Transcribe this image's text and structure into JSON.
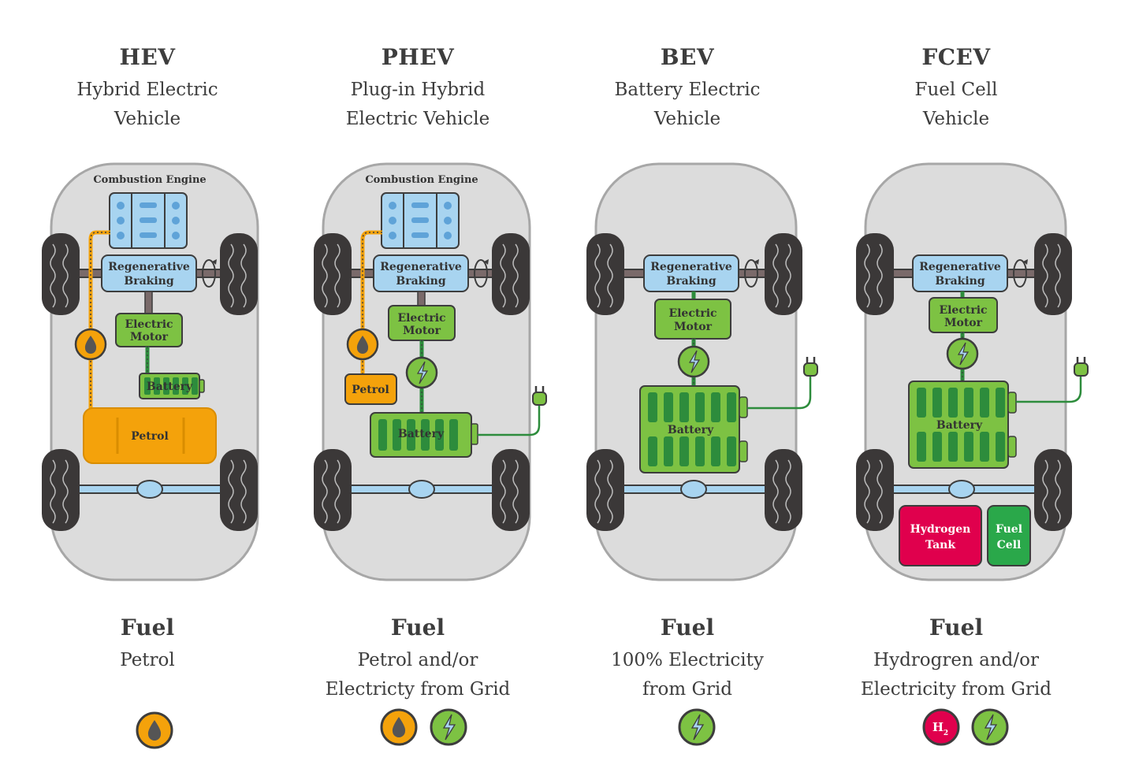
{
  "columns": [
    {
      "abbr": "HEV",
      "name": "Hybrid Electric\nVehicle",
      "fuel_heading": "Fuel",
      "fuel_desc": "Petrol"
    },
    {
      "abbr": "PHEV",
      "name": "Plug-in Hybrid\nElectric Vehicle",
      "fuel_heading": "Fuel",
      "fuel_desc": "Petrol and/or\nElectricty from Grid"
    },
    {
      "abbr": "BEV",
      "name": "Battery Electric\nVehicle",
      "fuel_heading": "Fuel",
      "fuel_desc": "100% Electricity\nfrom Grid"
    },
    {
      "abbr": "FCEV",
      "name": "Fuel Cell\nVehicle",
      "fuel_heading": "Fuel",
      "fuel_desc": "Hydrogren and/or\nElectricity from Grid"
    }
  ],
  "components": {
    "combustion_engine": "Combustion Engine",
    "regen_1": "Regenerative",
    "regen_2": "Braking",
    "motor_1": "Electric",
    "motor_2": "Motor",
    "battery": "Battery",
    "petrol": "Petrol",
    "hydrogen_1": "Hydrogen",
    "hydrogen_2": "Tank",
    "fuelcell_1": "Fuel",
    "fuelcell_2": "Cell",
    "h2_main": "H",
    "h2_sub": "2"
  },
  "colors": {
    "body_fill": "#dcdcdc",
    "body_stroke": "#a7a7a7",
    "tire": "#3b3838",
    "engine_blue": "#a8d4f0",
    "green": "#7dc243",
    "green_dark": "#2d8c3c",
    "petrol_orange": "#f4a20b",
    "hydrogen_pink": "#e0004d",
    "fuelcell_green": "#2aa84a",
    "outline": "#3d3d3d"
  }
}
